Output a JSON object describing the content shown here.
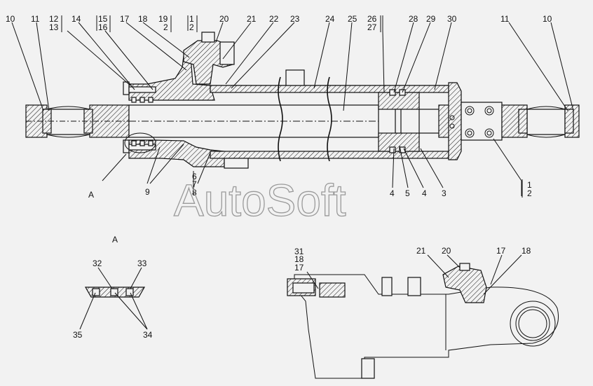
{
  "watermark": "AutoSoft",
  "view_label_main": "A",
  "detail_title": "A",
  "callouts_main": [
    "10",
    "11",
    "12",
    "13",
    "14",
    "15",
    "16",
    "17",
    "18",
    "19",
    "2",
    "1",
    "2",
    "20",
    "21",
    "22",
    "23",
    "24",
    "25",
    "26",
    "27",
    "28",
    "29",
    "30",
    "11",
    "10",
    "9",
    "6",
    "7",
    "8",
    "4",
    "5",
    "4",
    "3",
    "1",
    "2"
  ],
  "callouts_detail": [
    "32",
    "33",
    "35",
    "34"
  ],
  "callouts_side": [
    "31",
    "18",
    "17",
    "21",
    "20",
    "17",
    "18"
  ]
}
